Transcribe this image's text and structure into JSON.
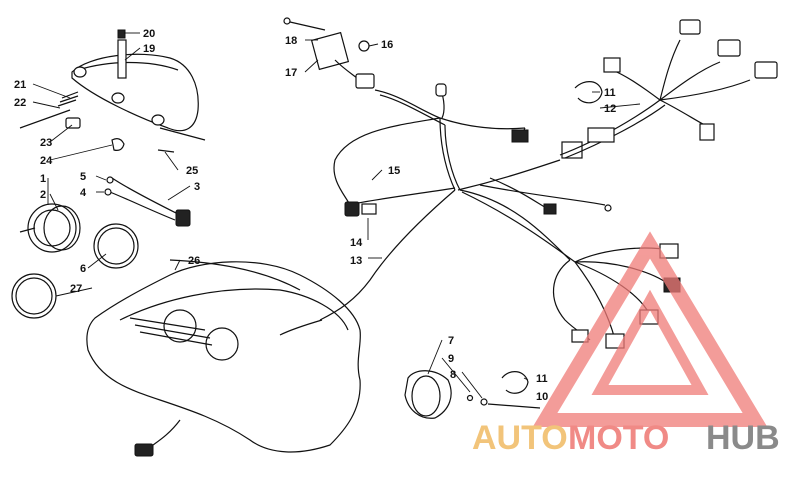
{
  "callouts": [
    {
      "id": "c20",
      "text": "20"
    },
    {
      "id": "c19",
      "text": "19"
    },
    {
      "id": "c21",
      "text": "21"
    },
    {
      "id": "c22",
      "text": "22"
    },
    {
      "id": "c23",
      "text": "23"
    },
    {
      "id": "c24",
      "text": "24"
    },
    {
      "id": "c25",
      "text": "25"
    },
    {
      "id": "c1",
      "text": "1"
    },
    {
      "id": "c2",
      "text": "2"
    },
    {
      "id": "c5",
      "text": "5"
    },
    {
      "id": "c4",
      "text": "4"
    },
    {
      "id": "c3",
      "text": "3"
    },
    {
      "id": "c6",
      "text": "6"
    },
    {
      "id": "c27",
      "text": "27"
    },
    {
      "id": "c26",
      "text": "26"
    },
    {
      "id": "c18",
      "text": "18"
    },
    {
      "id": "c17",
      "text": "17"
    },
    {
      "id": "c16",
      "text": "16"
    },
    {
      "id": "c15",
      "text": "15"
    },
    {
      "id": "c14",
      "text": "14"
    },
    {
      "id": "c13",
      "text": "13"
    },
    {
      "id": "c11a",
      "text": "11"
    },
    {
      "id": "c12",
      "text": "12"
    },
    {
      "id": "c7",
      "text": "7"
    },
    {
      "id": "c9",
      "text": "9"
    },
    {
      "id": "c8",
      "text": "8"
    },
    {
      "id": "c11b",
      "text": "11"
    },
    {
      "id": "c10",
      "text": "10"
    }
  ],
  "watermark": {
    "part1": "AUTO",
    "part2": "MOTO",
    "part3": "HUB",
    "color_auto": "#f2c47a",
    "color_moto": "#f08a86",
    "color_hub": "#8a8a8a",
    "triangle_color": "#f07b78"
  }
}
